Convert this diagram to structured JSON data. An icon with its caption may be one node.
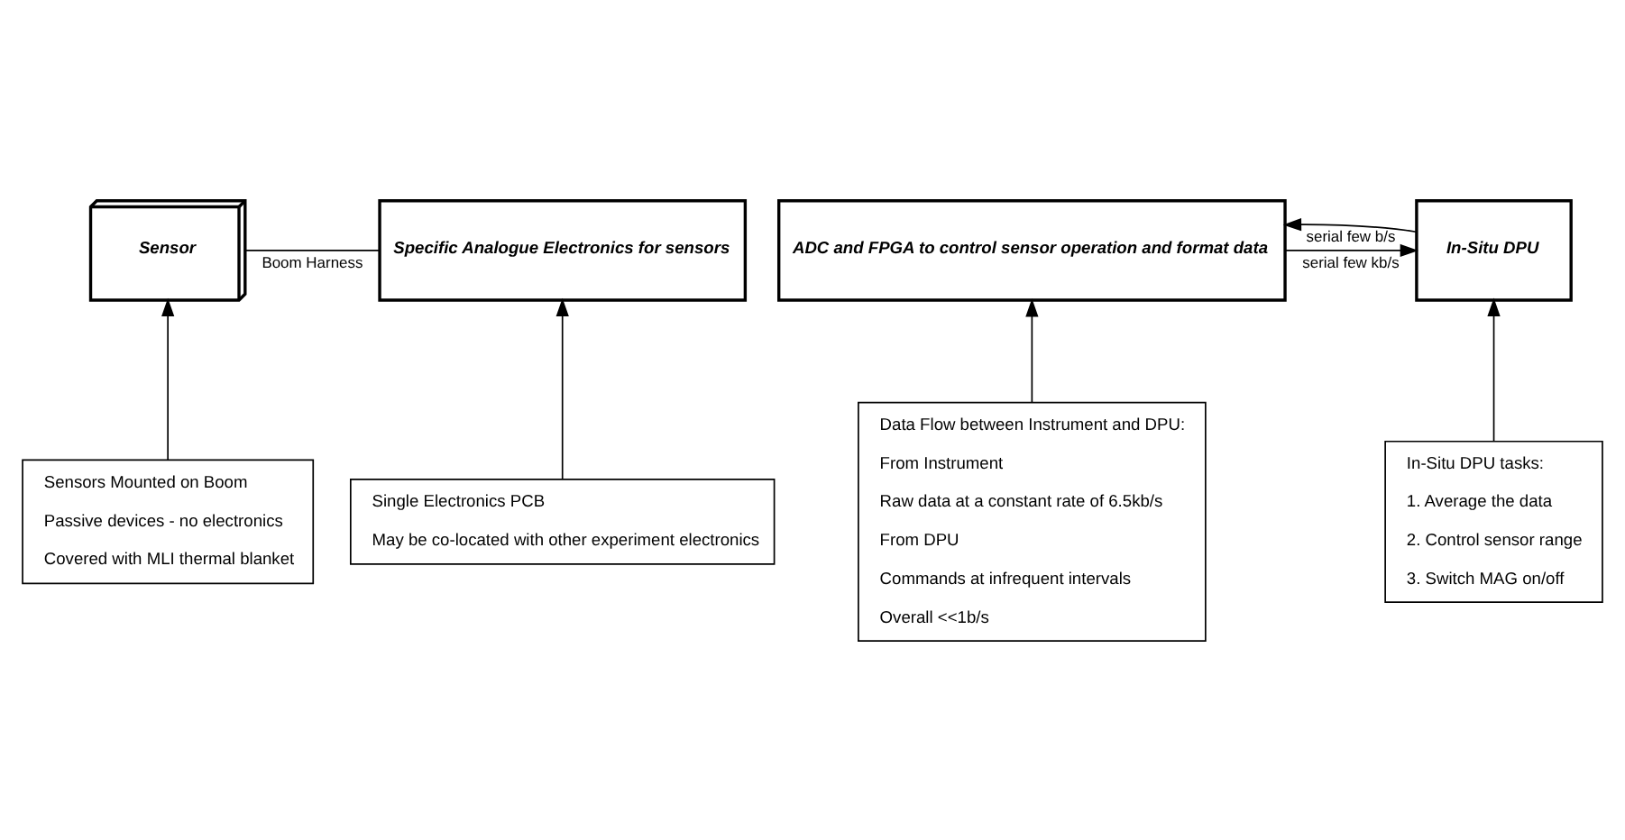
{
  "diagram": {
    "nodes": [
      {
        "text": [
          "Sensor"
        ]
      },
      {
        "text": [
          "Specific Analogue Electronics for sensors"
        ]
      },
      {
        "text": [
          "ADC and FPGA to control sensor operation and format data"
        ]
      },
      {
        "text": [
          "In-Situ DPU"
        ]
      },
      {
        "text": [
          "Sensors Mounted on Boom",
          "Passive devices - no electronics",
          "Covered with MLI thermal blanket"
        ]
      },
      {
        "text": [
          "Single Electronics PCB",
          "May be co-located with other experiment electronics"
        ]
      },
      {
        "text": [
          "Data Flow between Instrument and DPU:",
          "From Instrument",
          "Raw data at a constant rate of 6.5kb/s",
          "From DPU",
          "Commands at infrequent intervals",
          "Overall <<1b/s"
        ]
      },
      {
        "text": [
          "In-Situ DPU tasks:",
          "1. Average the data",
          "2. Control sensor range",
          "3. Switch MAG on/off"
        ]
      }
    ],
    "edges": [
      {
        "from": 0,
        "to": 1,
        "arrow": "none",
        "label": "Boom Harness"
      },
      {
        "from": 3,
        "to": 2,
        "arrow": "to",
        "label": "serial few b/s"
      },
      {
        "from": 2,
        "to": 3,
        "arrow": "to",
        "label": "serial few kb/s"
      },
      {
        "from": 4,
        "to": 0,
        "arrow": "to"
      },
      {
        "from": 5,
        "to": 1,
        "arrow": "to"
      },
      {
        "from": 6,
        "to": 2,
        "arrow": "to"
      },
      {
        "from": 7,
        "to": 3,
        "arrow": "to"
      }
    ]
  }
}
